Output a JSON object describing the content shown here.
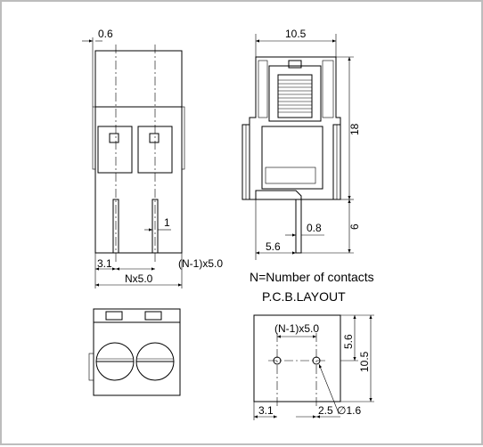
{
  "front_view": {
    "pitch_top_label": "0.6",
    "pin_width_label": "1",
    "edge_offset_label": "3.1",
    "span_label": "(N-1)x5.0",
    "total_label": "Nx5.0"
  },
  "side_view": {
    "width_label": "10.5",
    "height_label": "18",
    "pin_length_label": "6",
    "pin_thickness_label": "0.8",
    "pin_offset_label": "5.6"
  },
  "notes": {
    "contacts_note": "N=Number of contacts",
    "layout_title": "P.C.B.LAYOUT"
  },
  "pcb_layout": {
    "span_label": "(N-1)x5.0",
    "row_offset_label": "5.6",
    "depth_label": "10.5",
    "edge_offset_label": "3.1",
    "hole_spacing_label": "2.5",
    "hole_diameter_label": "∅1.6"
  }
}
